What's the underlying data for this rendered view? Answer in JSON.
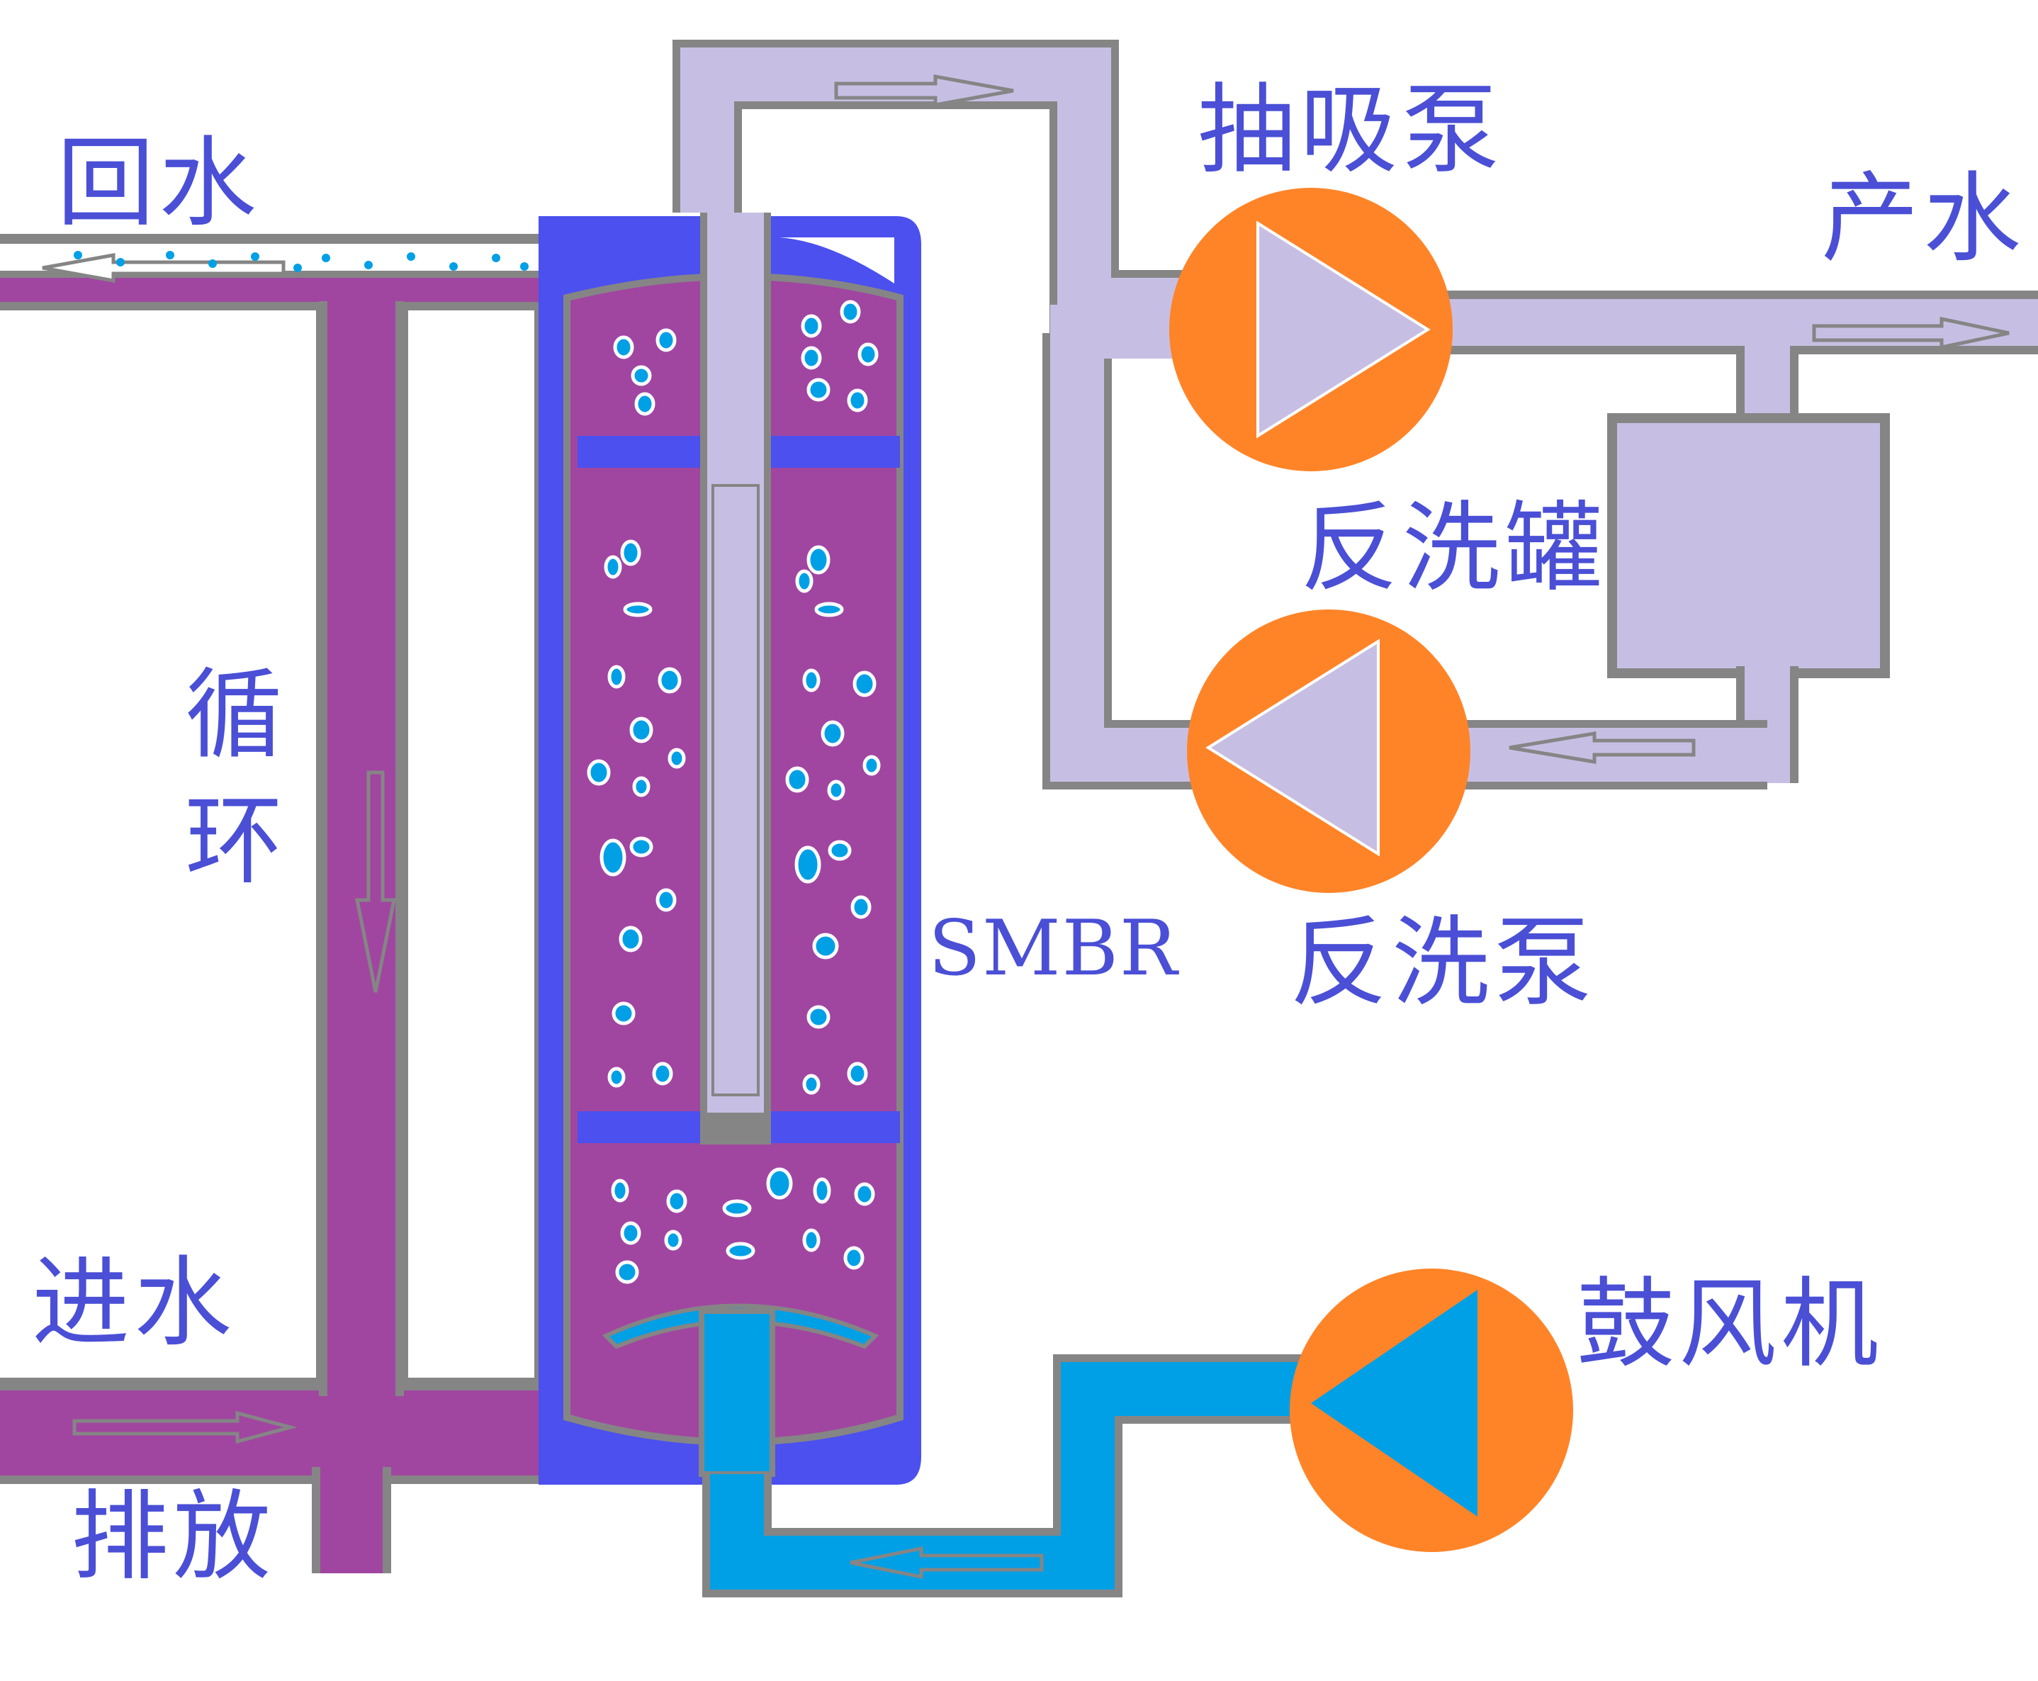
{
  "labels": {
    "return_water": "回水",
    "suction_pump": "抽吸泵",
    "product_water": "产水",
    "backwash_tank": "反洗罐",
    "circulation": "循环",
    "reactor": "SMBR",
    "backwash_pump": "反洗泵",
    "blower": "鼓风机",
    "inlet_water": "进水",
    "drain": "排放"
  },
  "colors": {
    "pipe_wall": "#858585",
    "sludge_purple": "#a046a0",
    "clean_water_lavender": "#c7bfe3",
    "air_blue": "#00a0e6",
    "vessel_blue": "#4b50ef",
    "pump_orange": "#ff8428",
    "bubble_blue": "#00a0e6",
    "label_blue": "#4a4fd6"
  },
  "icons": {
    "suction_pump": "pump-right-arrow-icon",
    "backwash_pump": "pump-left-arrow-icon",
    "blower": "blower-left-arrow-icon"
  }
}
